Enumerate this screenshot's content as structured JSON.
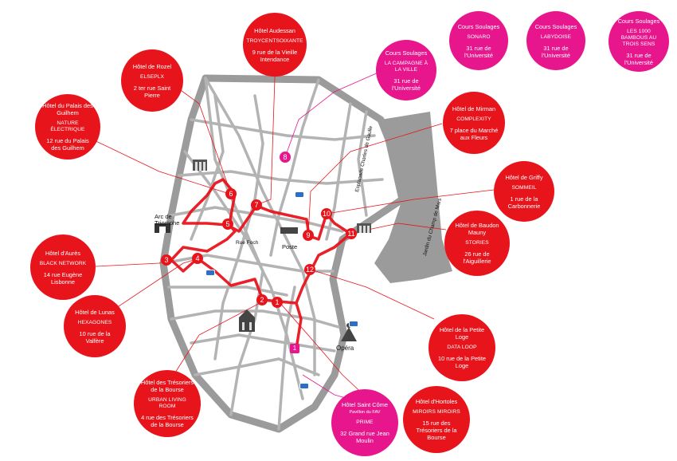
{
  "map_labels": {
    "arc_de_triomphe": "Arc de Triomphe",
    "poste": "Poste",
    "opera": "Opéra",
    "rue_foch": "Rue Foch",
    "esplanade": "Esplanade Charles de Gaulle",
    "jardin": "Jardin du Champ de Mars"
  },
  "stops": [
    {
      "num": "1",
      "kind": "red"
    },
    {
      "num": "2",
      "kind": "red"
    },
    {
      "num": "3",
      "kind": "red"
    },
    {
      "num": "4",
      "kind": "red"
    },
    {
      "num": "5",
      "kind": "red"
    },
    {
      "num": "6",
      "kind": "red"
    },
    {
      "num": "7",
      "kind": "red"
    },
    {
      "num": "8",
      "kind": "pink"
    },
    {
      "num": "9",
      "kind": "red"
    },
    {
      "num": "10",
      "kind": "red"
    },
    {
      "num": "11",
      "kind": "red"
    },
    {
      "num": "12",
      "kind": "red"
    },
    {
      "num": "1",
      "kind": "pink"
    }
  ],
  "venues": [
    {
      "kind": "red",
      "title": "Hôtel de Rozel",
      "name": "ELSEPLX",
      "addr": "2 ter rue Saint Pierre"
    },
    {
      "kind": "red",
      "title": "Hôtel Audessan",
      "name": "TROYCENTSOIXANTE",
      "addr": "9 rue de la Vieille Intendance"
    },
    {
      "kind": "pink",
      "title": "Cours Soulages",
      "name": "LA CAMPAGNE À LA VILLE",
      "addr": "31 rue de l'Université"
    },
    {
      "kind": "pink",
      "title": "Cours Soulages",
      "name": "SONARO",
      "addr": "31 rue de l'Université"
    },
    {
      "kind": "pink",
      "title": "Cours Soulages",
      "name": "LABYDOISE",
      "addr": "31 rue de l'Université"
    },
    {
      "kind": "pink",
      "title": "Cours Soulages",
      "name": "LES 1000 BAMBOUS AU TROIS SENS",
      "addr": "31 rue de l'Université"
    },
    {
      "kind": "red",
      "title": "Hôtel du Palais des Guilhem",
      "name": "NATURE ÉLECTRIQUE",
      "addr": "12 rue du Palais des Guilhem"
    },
    {
      "kind": "red",
      "title": "Hôtel de Mirman",
      "name": "COMPLEXITY",
      "addr": "7 place du Marché aux Fleurs"
    },
    {
      "kind": "red",
      "title": "Hôtel de Griffy",
      "name": "SOMMEIL",
      "addr": "1 rue de la Carbonnerie"
    },
    {
      "kind": "red",
      "title": "Hôtel de Baudon Mauny",
      "name": "STORIES",
      "addr": "26 rue de l'Aiguillerie"
    },
    {
      "kind": "red",
      "title": "Hôtel d'Aurès",
      "name": "BLACK NETWORK",
      "addr": "14 rue Eugène Lisbonne"
    },
    {
      "kind": "red",
      "title": "Hôtel de Lunas",
      "name": "HEXAGONES",
      "addr": "10 rue de la Valfère"
    },
    {
      "kind": "red",
      "title": "Hôtel de la Petite Loge",
      "name": "DATA LOOP",
      "addr": "10 rue de la Petite Loge"
    },
    {
      "kind": "red",
      "title": "Hôtel des Trésoriers de la Bourse",
      "name": "URBAN LIVING ROOM",
      "addr": "4 rue des Trésoriers de la Bourse"
    },
    {
      "kind": "pink",
      "title": "Hôtel Saint Côme",
      "sub": "Pavillon du FAV",
      "name": "PRIME",
      "addr": "32 Grand rue Jean Moulin"
    },
    {
      "kind": "red",
      "title": "Hôtel d'Hortoles",
      "name": "MIROIRS MIROIRS",
      "addr": "15 rue des Trésoriers de la Bourse"
    }
  ],
  "colors": {
    "red": "#e8141c",
    "pink": "#e8168c",
    "road": "#9b9b9b",
    "route": "#e8141c",
    "water": "#2b6fc8"
  },
  "icons": [
    "monument-icon",
    "parking-icon",
    "building-icon",
    "opera-icon"
  ]
}
